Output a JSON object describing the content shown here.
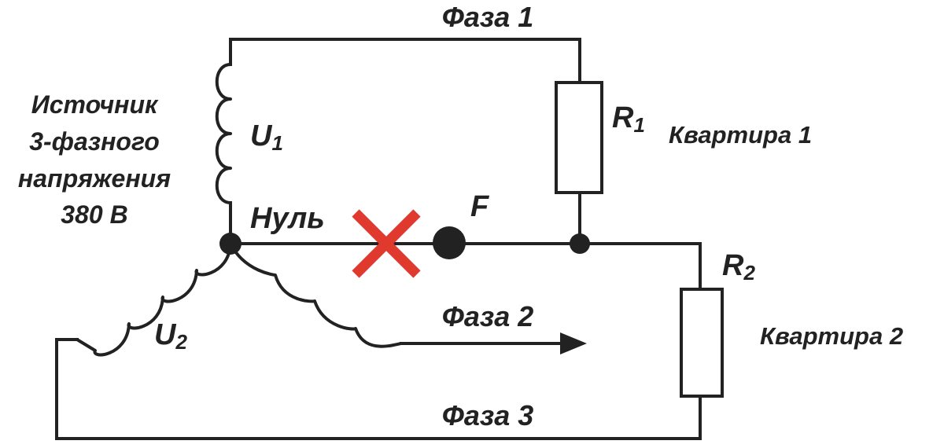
{
  "diagram": {
    "phase1_label": "Фаза 1",
    "phase2_label": "Фаза 2",
    "phase3_label": "Фаза 3",
    "neutral_label": "Нуль",
    "fault_label": "F",
    "source_label_lines": [
      "Источник",
      "3-фазного",
      "напряжения",
      "380 В"
    ],
    "coil1": {
      "letter": "U",
      "sub": "1"
    },
    "coil2": {
      "letter": "U",
      "sub": "2"
    },
    "resistor1": {
      "letter": "R",
      "sub": "1"
    },
    "resistor2": {
      "letter": "R",
      "sub": "2"
    },
    "apartment1_label": "Квартира 1",
    "apartment2_label": "Квартира 2",
    "colors": {
      "line": "#222222",
      "break_mark": "#e03a2f",
      "background": "#ffffff"
    }
  }
}
